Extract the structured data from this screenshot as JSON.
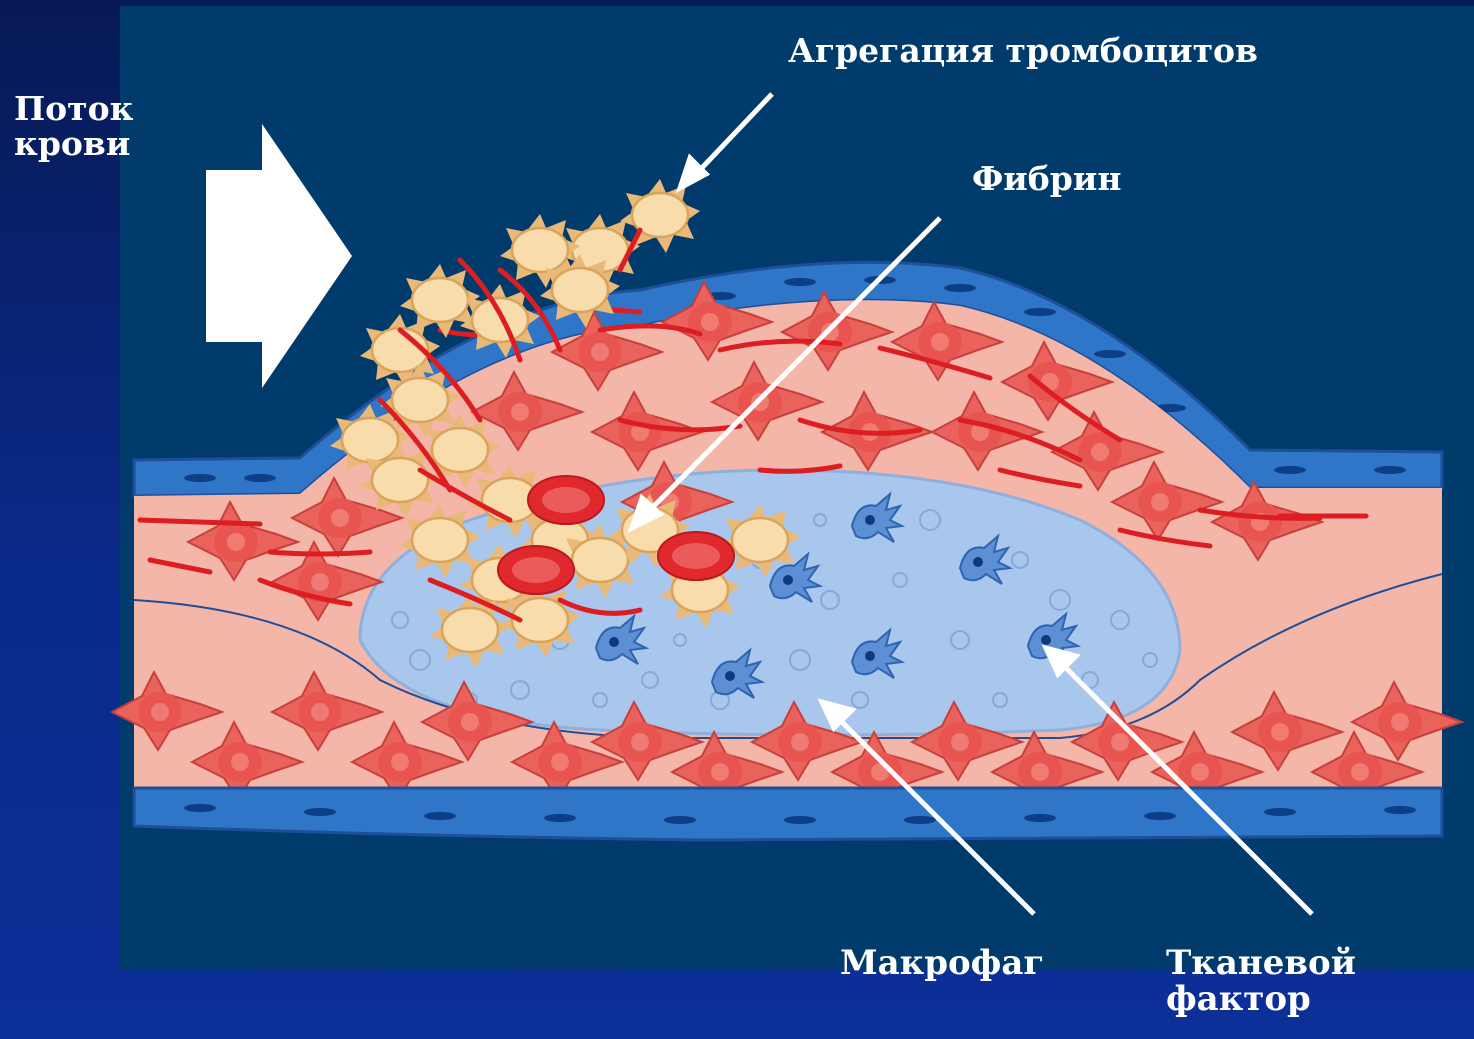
{
  "slide": {
    "colors": {
      "background": "#0a2a8a",
      "panel": "#003c6b",
      "vessel_wall": "#2f76c9",
      "intima": "#f5b8ac",
      "smooth_muscle": "#ea5a55",
      "fibrin": "#dc1e23",
      "platelet": "#f6d7a4",
      "lipid_core": "#a7c5ea",
      "macrophage": "#5d8fd2"
    }
  },
  "labels": {
    "blood_flow": [
      "Поток",
      "крови"
    ],
    "platelet_aggregation": "Агрегация тромбоцитов",
    "fibrin": "Фибрин",
    "macrophage": "Макрофаг",
    "tissue_factor": [
      "Тканевой",
      "фактор"
    ]
  },
  "icons": {
    "flow_arrow": "arrow-right-icon"
  }
}
